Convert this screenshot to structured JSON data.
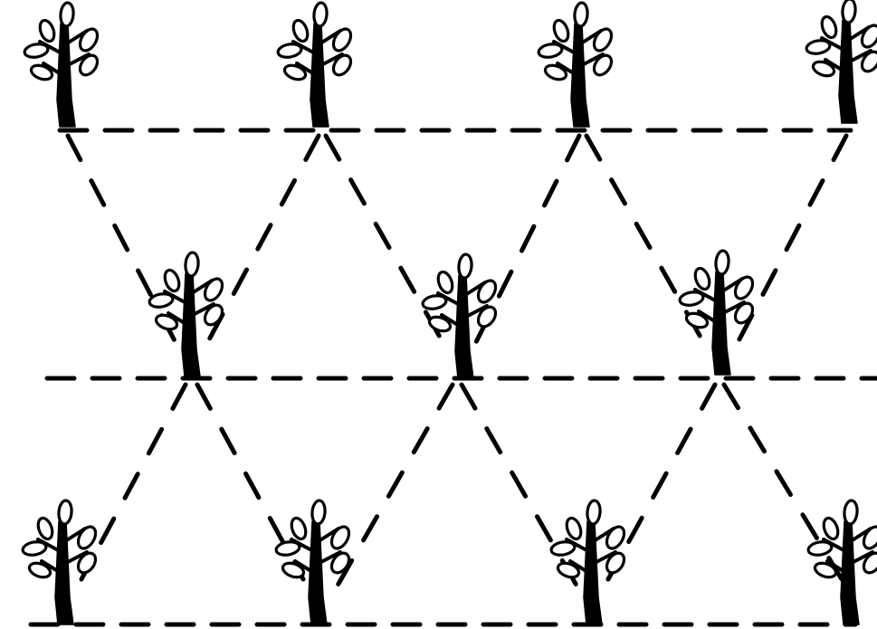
{
  "diagram": {
    "type": "triangular-planting-layout",
    "rows": 3,
    "trees_per_row": [
      4,
      3,
      4
    ],
    "line_style": "dashed",
    "icon": "tree-icon",
    "colors": {
      "ink": "#000000",
      "background": "#ffffff"
    }
  }
}
